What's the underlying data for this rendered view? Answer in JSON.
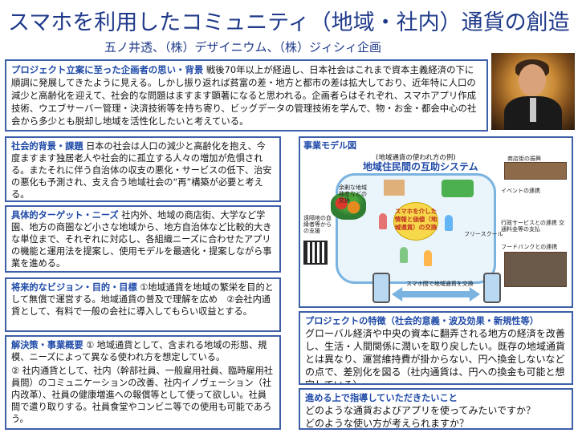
{
  "header": {
    "title": "スマホを利用したコミュニティ（地域・社内）通貨の創造",
    "subtitle": "五ノ井透、（株）デザイニウム、（株）ジィシィ企画"
  },
  "background": {
    "heading": "プロジェクト立案に至った企画者の思い・背景",
    "text": "戦後70年以上が経過し、日本社会はこれまで資本主義経済の下に順調に発展してきたように見える。しかし振り返れば貧富の差・地方と都市の差は拡大しており、近年特に人口の減少と高齢化を迎えて、社会的な問題はますます顕著になると思われる。企画者らはそれぞれ、スマホアプリ作成技術、ウエブサーバー管理・決済技術等を持ち寄り、ビッグデータの管理技術を学んで、物・お金・都会中心の社会から多少とも脱却し地域を活性化したいと考えている。"
  },
  "social": {
    "heading": "社会的背景・課題",
    "text": "日本の社会は人口の減少と高齢化を抱え、今度ますます独居老人や社会的に孤立する人々の増加が危惧される。またそれに伴う自治体の収支の悪化・サービスの低下、治安の悪化も予測され、支え合う地域社会の“再”構築が必要と考える。"
  },
  "target": {
    "heading": "具体的ターゲット・ニーズ",
    "text": "社内外、地域の商店街、大学など学園、地方の商圏など小さな地域から、地方自治体など比較的大きな単位まで、それぞれに対応し、各組織ニーズに合わせたアプリの機能と運用法を提案し、使用モデルを最適化・提案しながら事業を進める。"
  },
  "vision": {
    "heading": "将来的なビジョン・目的・目標",
    "text": "①地域通貨を地域の繁栄を目的として無償で運営する。地域通貨の普及で理解を広め　②会社内通貨として、有料で一般の会社に導入してもらい収益とする。"
  },
  "solution": {
    "heading": "解決策・事業概要",
    "text1": "① 地域通貨として、含まれる地域の形態、規模、ニーズによって異なる使われ方を想定している。",
    "text2": "② 社内通貨として、社内（幹部社員、一般雇用社員、臨時雇用社員間）のコミュニケーションの改善、社内イノヴェーション（社内改革）、社員の健康増進への報償等として使って欲しい。社員間で遣り取りする。社員食堂やコンビニ等での使用も可能であろう。"
  },
  "model": {
    "heading": "事業モデル図",
    "caption": "(地域通貨の使われ方の例)",
    "diagram_title": "地域住民間の互助システム",
    "center_label": "スマホを介した情報と価値（地域通貨）の交換",
    "labels": {
      "veg": "余剰な地域独産などの交換",
      "shop": "商店街の振興",
      "remote": "遠隔地の血縁者等からの支援",
      "event": "イベントの連携",
      "school": "フリースクール",
      "gov": "行政サービスとの連携 交通料金等の支払",
      "food": "フードバンクとの連携",
      "phone_exchange": "スマホ間で地域通貨を交換"
    }
  },
  "feature": {
    "heading": "プロジェクトの特徴（社会的意義・波及効果・新規性等）",
    "text": "グローバル経済や中央の資本に翻弄される地方の経済を改善し、生活・人間関係に潤いを取り戻したい。既存の地域通貨とは異なり、運営維持費が掛からない、円へ換金しないなどの点で、差別化を図る（社内通貨は、円への換金も可能と想定している）。"
  },
  "guidance": {
    "heading": "進める上で指導していただきたいこと",
    "line1": "どのような通貨およびアプリを使ってみたいですか？",
    "line2": "どのような使い方が考えられますか？"
  },
  "colors": {
    "accent": "#1f4aa8",
    "border": "#3d5fa8",
    "loop": "#7bb3e0"
  }
}
